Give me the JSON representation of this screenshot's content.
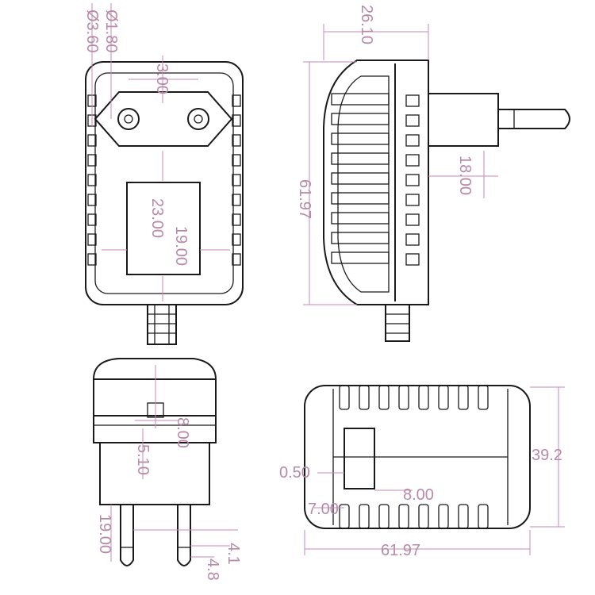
{
  "colors": {
    "outline": "#1a1a1a",
    "dimension": "#b78aa8",
    "background": "#ffffff"
  },
  "labels": {
    "pin_diameter": "Ø1.80",
    "pin_base_diameter": "Ø3.60",
    "pin_spacing_a": "3.00",
    "label_height": "23.00",
    "label_width": "19.00",
    "depth": "26.10",
    "prong_length": "18.00",
    "height": "61.97",
    "collar_height": "8.00",
    "prong_gap": "5.10",
    "prong_length_b": "19.00",
    "prong_tip": "4.1",
    "prong_dia": "4.8",
    "width": "39.2",
    "wall": "0.50",
    "slot_width": "8.00",
    "offset": "7.00",
    "length": "61.97"
  }
}
